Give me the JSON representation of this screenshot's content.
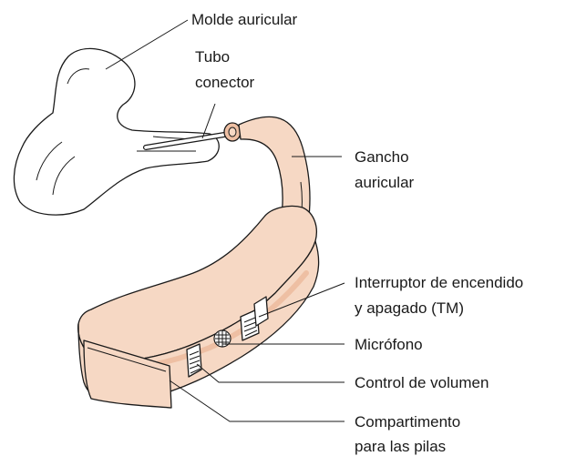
{
  "labels": {
    "earmold": "Molde auricular",
    "tube_line1": "Tubo",
    "tube_line2": "conector",
    "hook_line1": "Gancho",
    "hook_line2": "auricular",
    "switch_line1": "Interruptor de encendido",
    "switch_line2": "y apagado (TM)",
    "microphone": "Micrófono",
    "volume": "Control de volumen",
    "battery_line1": "Compartimento",
    "battery_line2": "para las pilas"
  },
  "colors": {
    "body_fill": "#f6d8c4",
    "body_shade": "#eebfa3",
    "earmold_fill": "#ffffff",
    "outline": "#1a1a1a"
  }
}
